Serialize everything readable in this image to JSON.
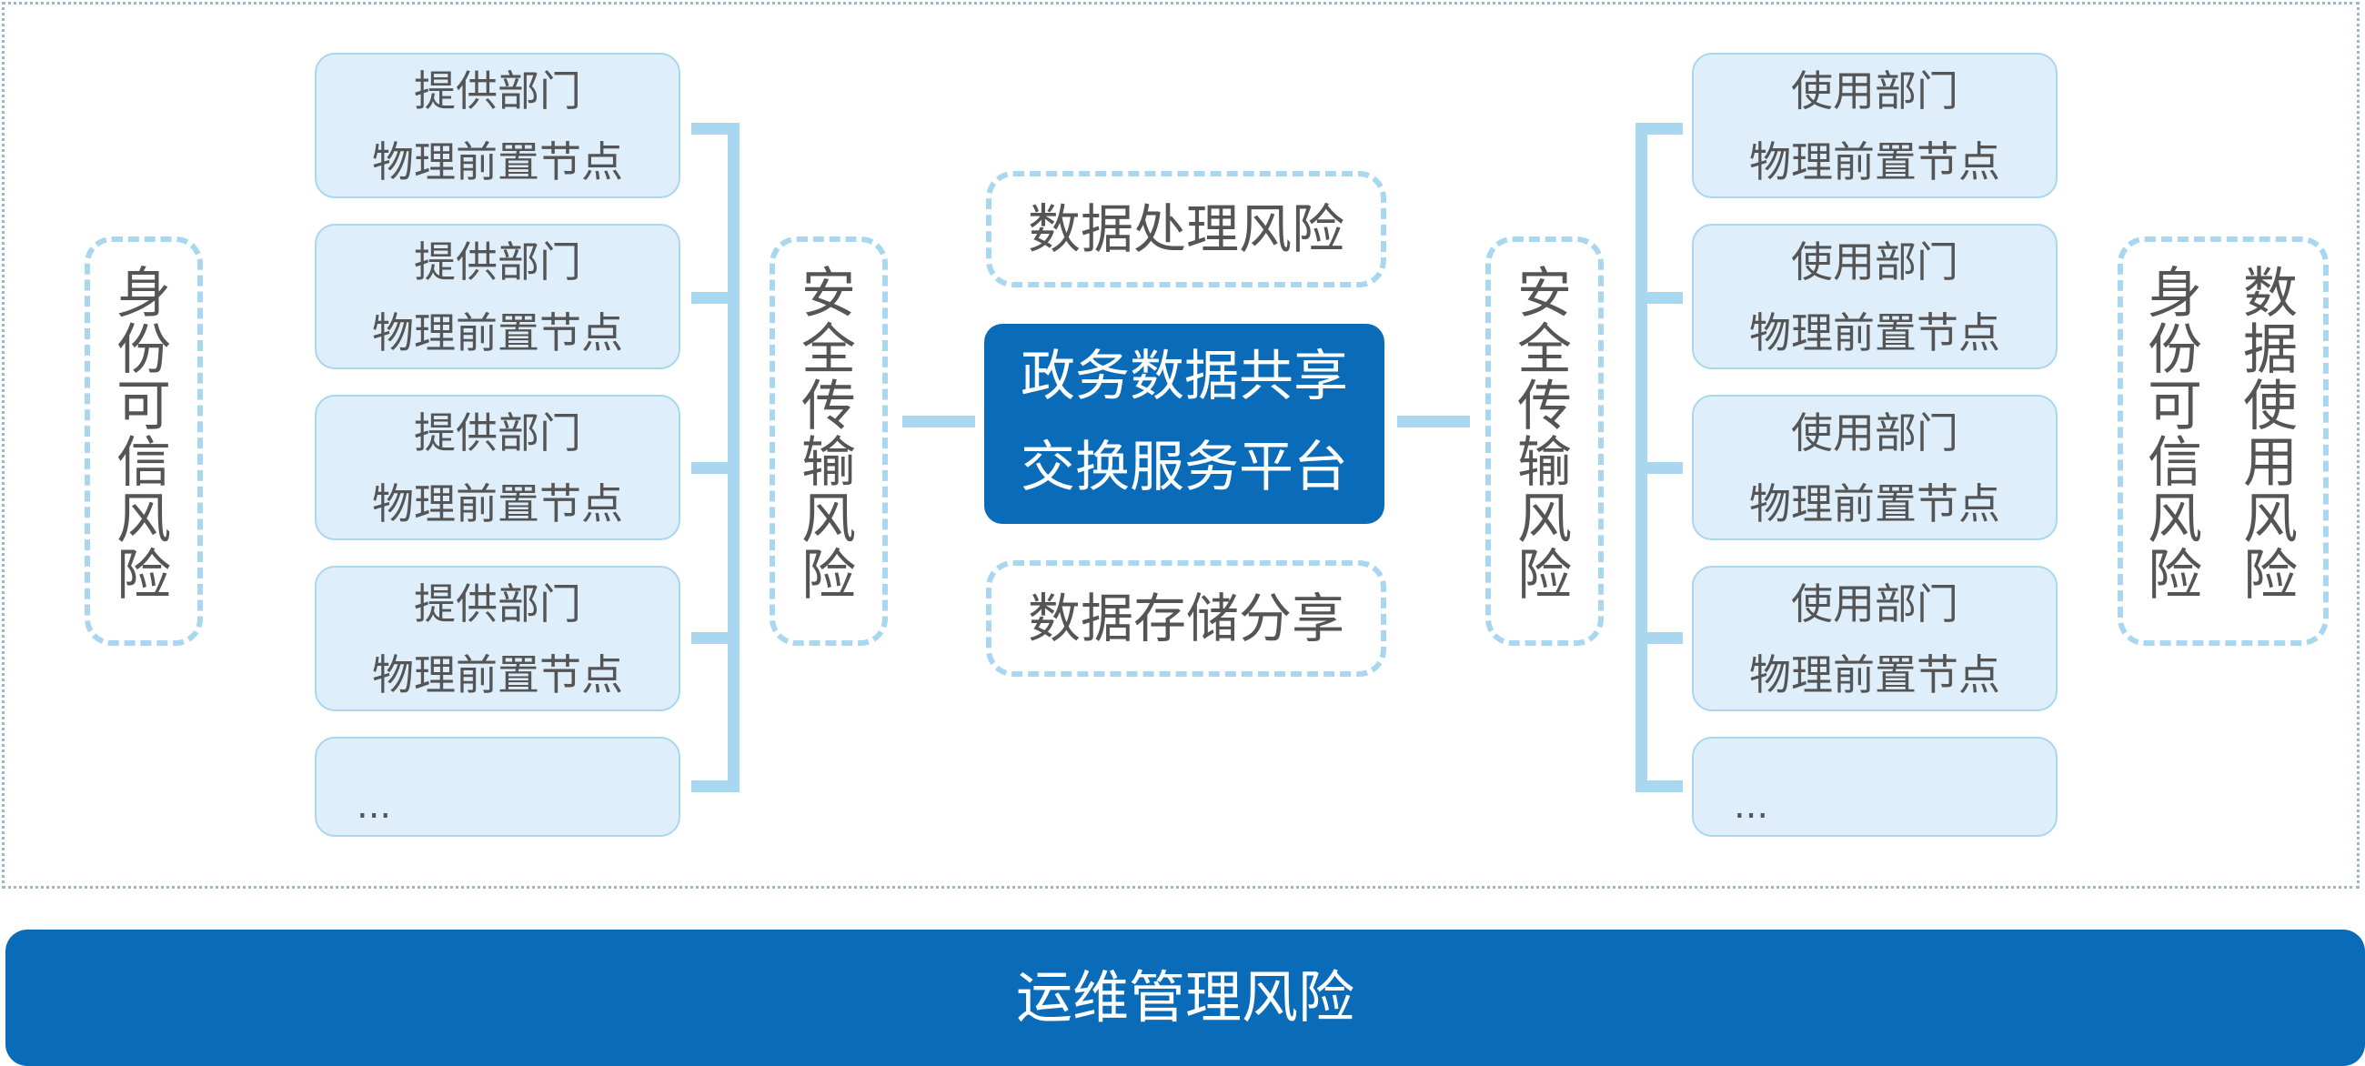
{
  "left_nodes": [
    {
      "line1": "提供部门",
      "line2": "物理前置节点"
    },
    {
      "line1": "提供部门",
      "line2": "物理前置节点"
    },
    {
      "line1": "提供部门",
      "line2": "物理前置节点"
    },
    {
      "line1": "提供部门",
      "line2": "物理前置节点"
    },
    {
      "ellipsis": "..."
    }
  ],
  "right_nodes": [
    {
      "line1": "使用部门",
      "line2": "物理前置节点"
    },
    {
      "line1": "使用部门",
      "line2": "物理前置节点"
    },
    {
      "line1": "使用部门",
      "line2": "物理前置节点"
    },
    {
      "line1": "使用部门",
      "line2": "物理前置节点"
    },
    {
      "ellipsis": "..."
    }
  ],
  "left_identity_risk": "身份可信风险",
  "left_transport_risk": "安全传输风险",
  "right_transport_risk": "安全传输风险",
  "right_identity_risk": "身份可信风险",
  "right_data_use_risk": "数据使用风险",
  "center": {
    "top_risk": "数据处理风险",
    "platform_line1": "政务数据共享",
    "platform_line2": "交换服务平台",
    "bottom_risk": "数据存储分享"
  },
  "bottom_bar": "运维管理风险",
  "colors": {
    "primary_blue": "#0a6bb8",
    "light_blue_fill": "#deeffb",
    "light_blue_line": "#a9d7f0",
    "frame_dots": "#9bb8c8"
  }
}
